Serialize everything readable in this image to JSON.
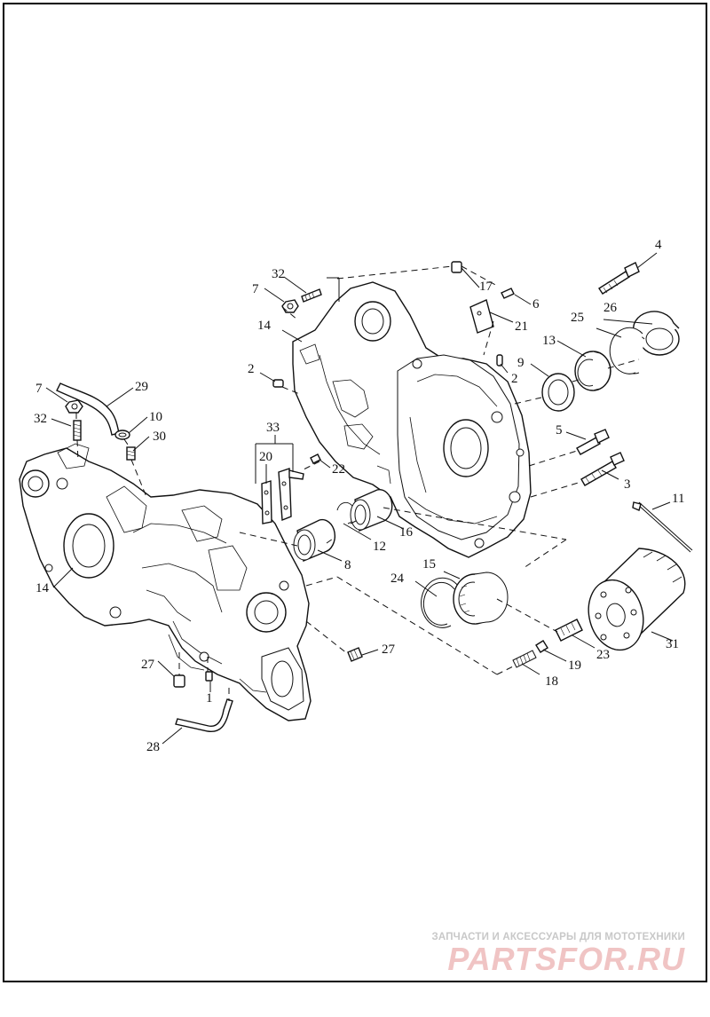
{
  "callouts": {
    "c1": "1",
    "c2a": "2",
    "c2b": "2",
    "c3": "3",
    "c4": "4",
    "c5": "5",
    "c6": "6",
    "c7a": "7",
    "c7b": "7",
    "c8": "8",
    "c9": "9",
    "c10": "10",
    "c11": "11",
    "c12": "12",
    "c13": "13",
    "c14a": "14",
    "c14b": "14",
    "c15": "15",
    "c16": "16",
    "c17": "17",
    "c18": "18",
    "c19": "19",
    "c20": "20",
    "c21": "21",
    "c22": "22",
    "c23": "23",
    "c24": "24",
    "c25": "25",
    "c26": "26",
    "c27a": "27",
    "c27b": "27",
    "c28": "28",
    "c29": "29",
    "c30": "30",
    "c31": "31",
    "c32a": "32",
    "c32b": "32",
    "c33": "33"
  },
  "watermark": {
    "caption": "ЗАПЧАСТИ И АКСЕССУАРЫ ДЛЯ МОТОТЕХНИКИ",
    "logo": "PARTSFOR.RU",
    "logo_color": "#f0c4c4",
    "caption_color": "#c8c8c8"
  }
}
